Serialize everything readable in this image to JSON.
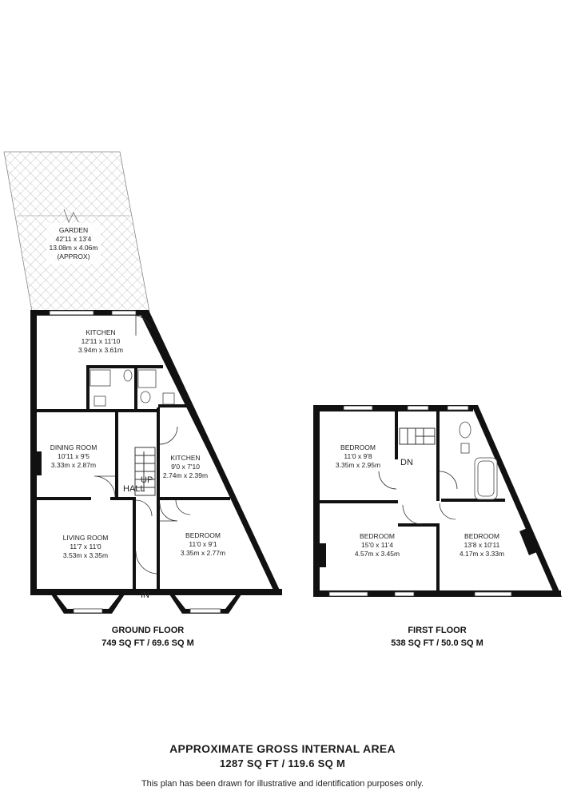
{
  "rooms": {
    "garden": {
      "name": "GARDEN",
      "imperial": "42'11 x 13'4",
      "metric": "13.08m x 4.06m",
      "note": "(APPROX)"
    },
    "kitchen_main": {
      "name": "KITCHEN",
      "imperial": "12'11 x 11'10",
      "metric": "3.94m x 3.61m"
    },
    "dining_room": {
      "name": "DINING ROOM",
      "imperial": "10'11 x 9'5",
      "metric": "3.33m x 2.87m"
    },
    "kitchen_small": {
      "name": "KITCHEN",
      "imperial": "9'0 x 7'10",
      "metric": "2.74m x 2.39m"
    },
    "living_room": {
      "name": "LIVING ROOM",
      "imperial": "11'7 x 11'0",
      "metric": "3.53m x 3.35m"
    },
    "bedroom_ground": {
      "name": "BEDROOM",
      "imperial": "11'0 x 9'1",
      "metric": "3.35m x 2.77m"
    },
    "bedroom_first_a": {
      "name": "BEDROOM",
      "imperial": "11'0 x 9'8",
      "metric": "3.35m x 2.95m"
    },
    "bedroom_first_b": {
      "name": "BEDROOM",
      "imperial": "15'0 x 11'4",
      "metric": "4.57m x 3.45m"
    },
    "bedroom_first_c": {
      "name": "BEDROOM",
      "imperial": "13'8 x 10'11",
      "metric": "4.17m x 3.33m"
    }
  },
  "markers": {
    "hall": "HALL",
    "up": "UP",
    "dn": "DN",
    "in": "IN"
  },
  "floors": {
    "ground": {
      "title": "GROUND FLOOR",
      "area": "749 SQ FT / 69.6 SQ M"
    },
    "first": {
      "title": "FIRST FLOOR",
      "area": "538 SQ FT / 50.0 SQ M"
    }
  },
  "footer": {
    "title": "APPROXIMATE GROSS INTERNAL AREA",
    "area": "1287 SQ FT / 119.6 SQ M",
    "disclaimer": "This plan has been drawn for illustrative and identification purposes only."
  }
}
